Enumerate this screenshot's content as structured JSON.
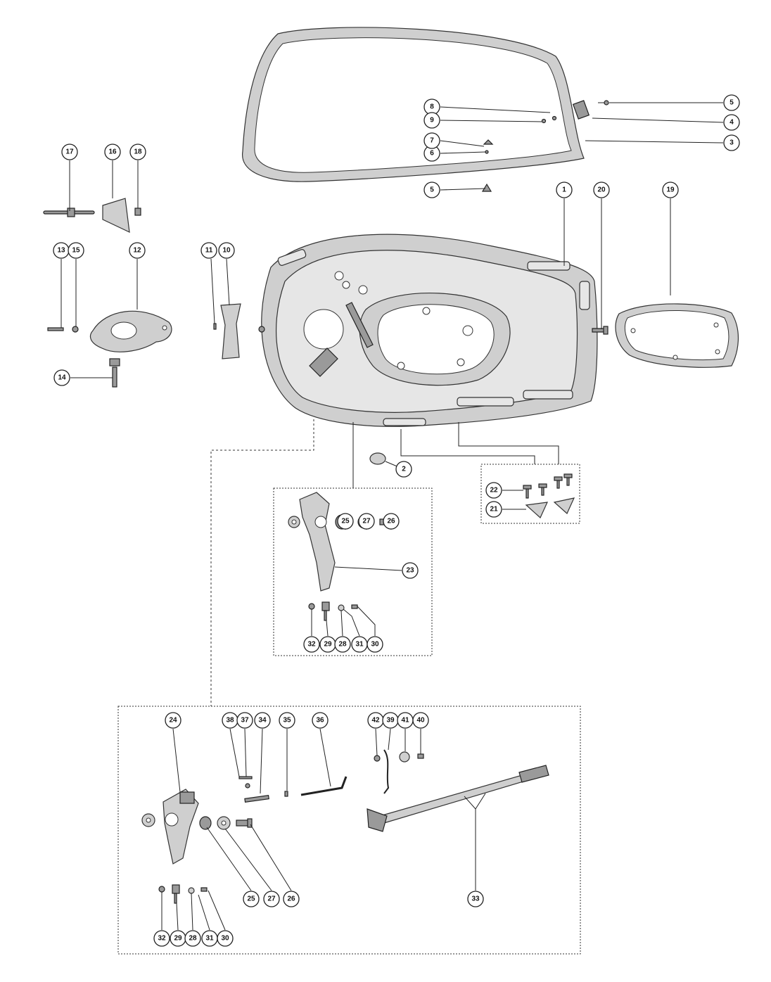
{
  "callouts": [
    {
      "id": "c1",
      "label": "1"
    },
    {
      "id": "c2",
      "label": "2"
    },
    {
      "id": "c3",
      "label": "3"
    },
    {
      "id": "c4",
      "label": "4"
    },
    {
      "id": "c5a",
      "label": "5"
    },
    {
      "id": "c5b",
      "label": "5"
    },
    {
      "id": "c6",
      "label": "6"
    },
    {
      "id": "c7",
      "label": "7"
    },
    {
      "id": "c8",
      "label": "8"
    },
    {
      "id": "c9",
      "label": "9"
    },
    {
      "id": "c10",
      "label": "10"
    },
    {
      "id": "c11",
      "label": "11"
    },
    {
      "id": "c12",
      "label": "12"
    },
    {
      "id": "c13",
      "label": "13"
    },
    {
      "id": "c14",
      "label": "14"
    },
    {
      "id": "c15",
      "label": "15"
    },
    {
      "id": "c16",
      "label": "16"
    },
    {
      "id": "c17",
      "label": "17"
    },
    {
      "id": "c18",
      "label": "18"
    },
    {
      "id": "c19",
      "label": "19"
    },
    {
      "id": "c20",
      "label": "20"
    },
    {
      "id": "c21",
      "label": "21"
    },
    {
      "id": "c22",
      "label": "22"
    },
    {
      "id": "c23",
      "label": "23"
    },
    {
      "id": "c25a",
      "label": "25"
    },
    {
      "id": "c27a",
      "label": "27"
    },
    {
      "id": "c26a",
      "label": "26"
    },
    {
      "id": "c32a",
      "label": "32"
    },
    {
      "id": "c29a",
      "label": "29"
    },
    {
      "id": "c28a",
      "label": "28"
    },
    {
      "id": "c31a",
      "label": "31"
    },
    {
      "id": "c30a",
      "label": "30"
    },
    {
      "id": "c24",
      "label": "24"
    },
    {
      "id": "c38",
      "label": "38"
    },
    {
      "id": "c37",
      "label": "37"
    },
    {
      "id": "c34",
      "label": "34"
    },
    {
      "id": "c35",
      "label": "35"
    },
    {
      "id": "c36",
      "label": "36"
    },
    {
      "id": "c42",
      "label": "42"
    },
    {
      "id": "c39",
      "label": "39"
    },
    {
      "id": "c41",
      "label": "41"
    },
    {
      "id": "c40",
      "label": "40"
    },
    {
      "id": "c25b",
      "label": "25"
    },
    {
      "id": "c27b",
      "label": "27"
    },
    {
      "id": "c26b",
      "label": "26"
    },
    {
      "id": "c33",
      "label": "33"
    },
    {
      "id": "c32b",
      "label": "32"
    },
    {
      "id": "c29b",
      "label": "29"
    },
    {
      "id": "c28b",
      "label": "28"
    },
    {
      "id": "c31b",
      "label": "31"
    },
    {
      "id": "c30b",
      "label": "30"
    }
  ]
}
